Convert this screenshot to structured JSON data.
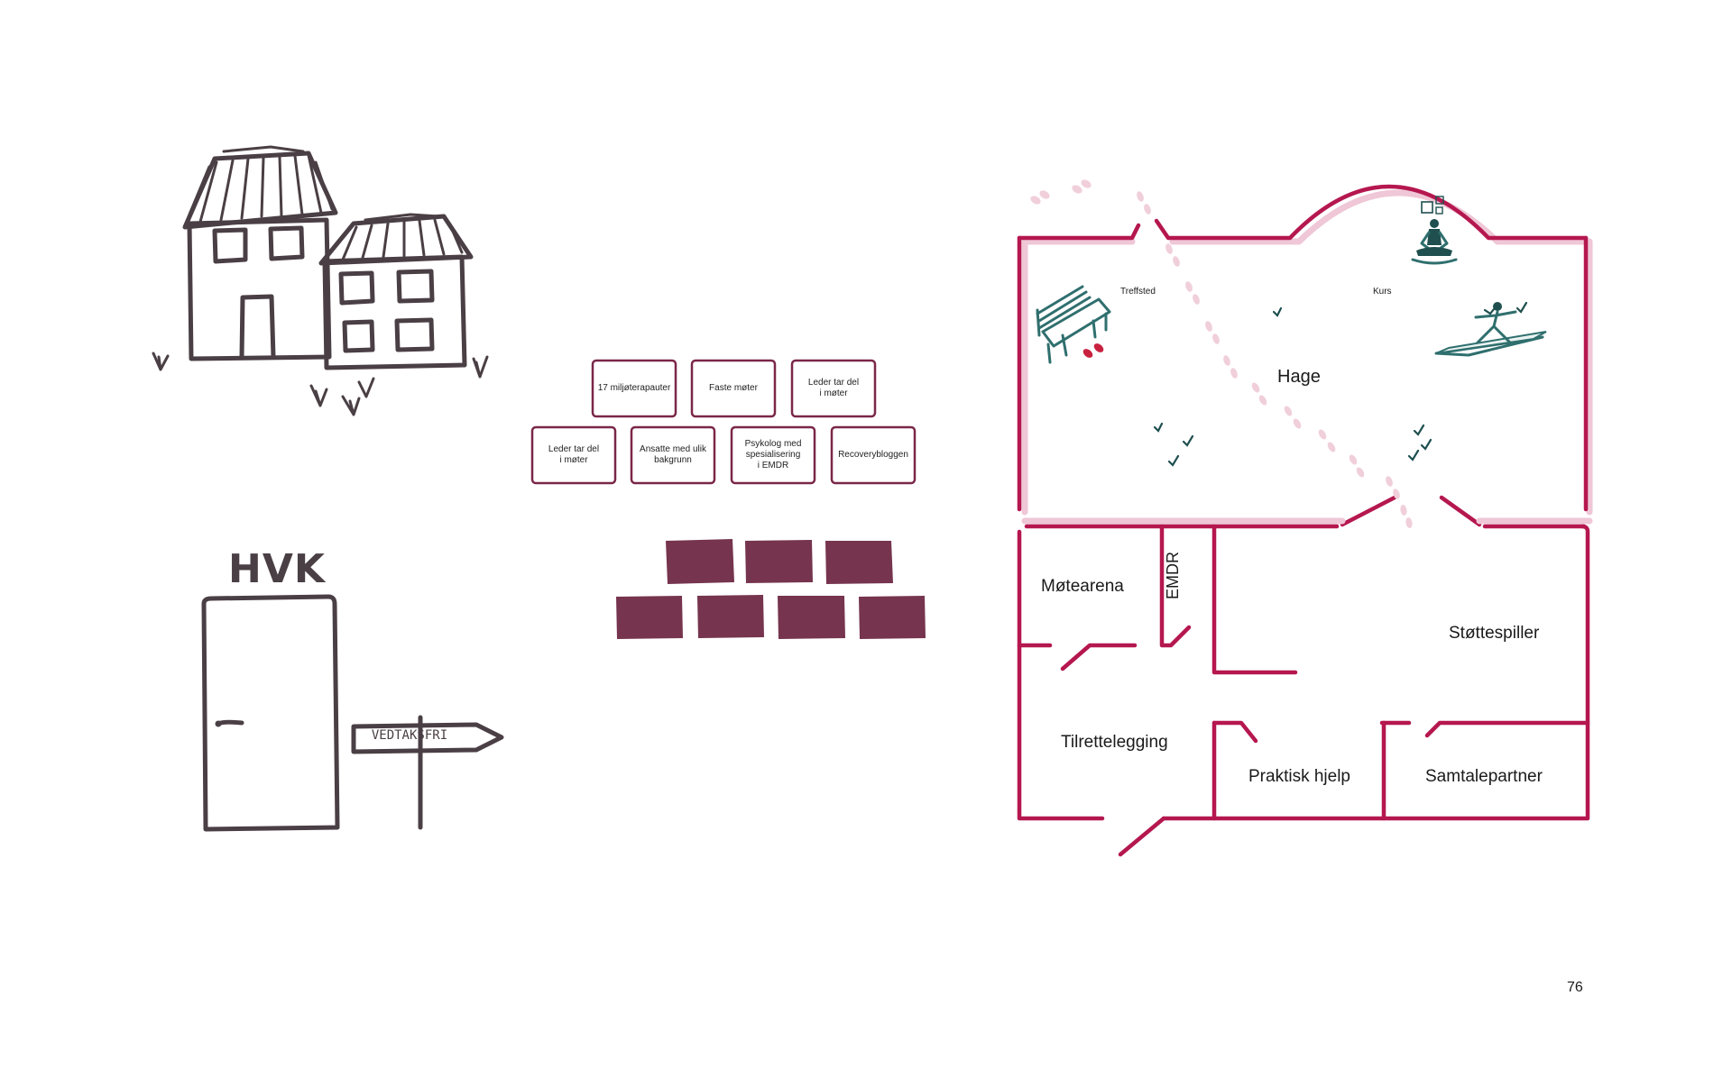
{
  "page_number": "76",
  "hvk": {
    "label": "HVK",
    "sign_text": "VEDTAKSFRI"
  },
  "cards": {
    "top_row": [
      "17 miljøterapauter",
      "Faste møter",
      "Leder tar del\ni møter"
    ],
    "bottom_row": [
      "Leder tar del\ni møter",
      "Ansatte med ulik\nbakgrunn",
      "Psykolog med\nspesialisering\ni EMDR",
      "Recoverybloggen"
    ]
  },
  "colors": {
    "wall": "#b5174f",
    "brick": "#76344e",
    "ink": "#4a3f44",
    "teal": "#1f4f4f",
    "footstep": "#f0cfdb"
  },
  "floorplan": {
    "garden": {
      "title": "Hage",
      "meeting_place": "Treffsted",
      "course": "Kurs"
    },
    "rooms": {
      "meeting_arena": "Møtearena",
      "emdr": "EMDR",
      "supporter": "Støttespiller",
      "facilitation": "Tilrettelegging",
      "practical_help": "Praktisk hjelp",
      "conversation_partner": "Samtalepartner"
    }
  }
}
